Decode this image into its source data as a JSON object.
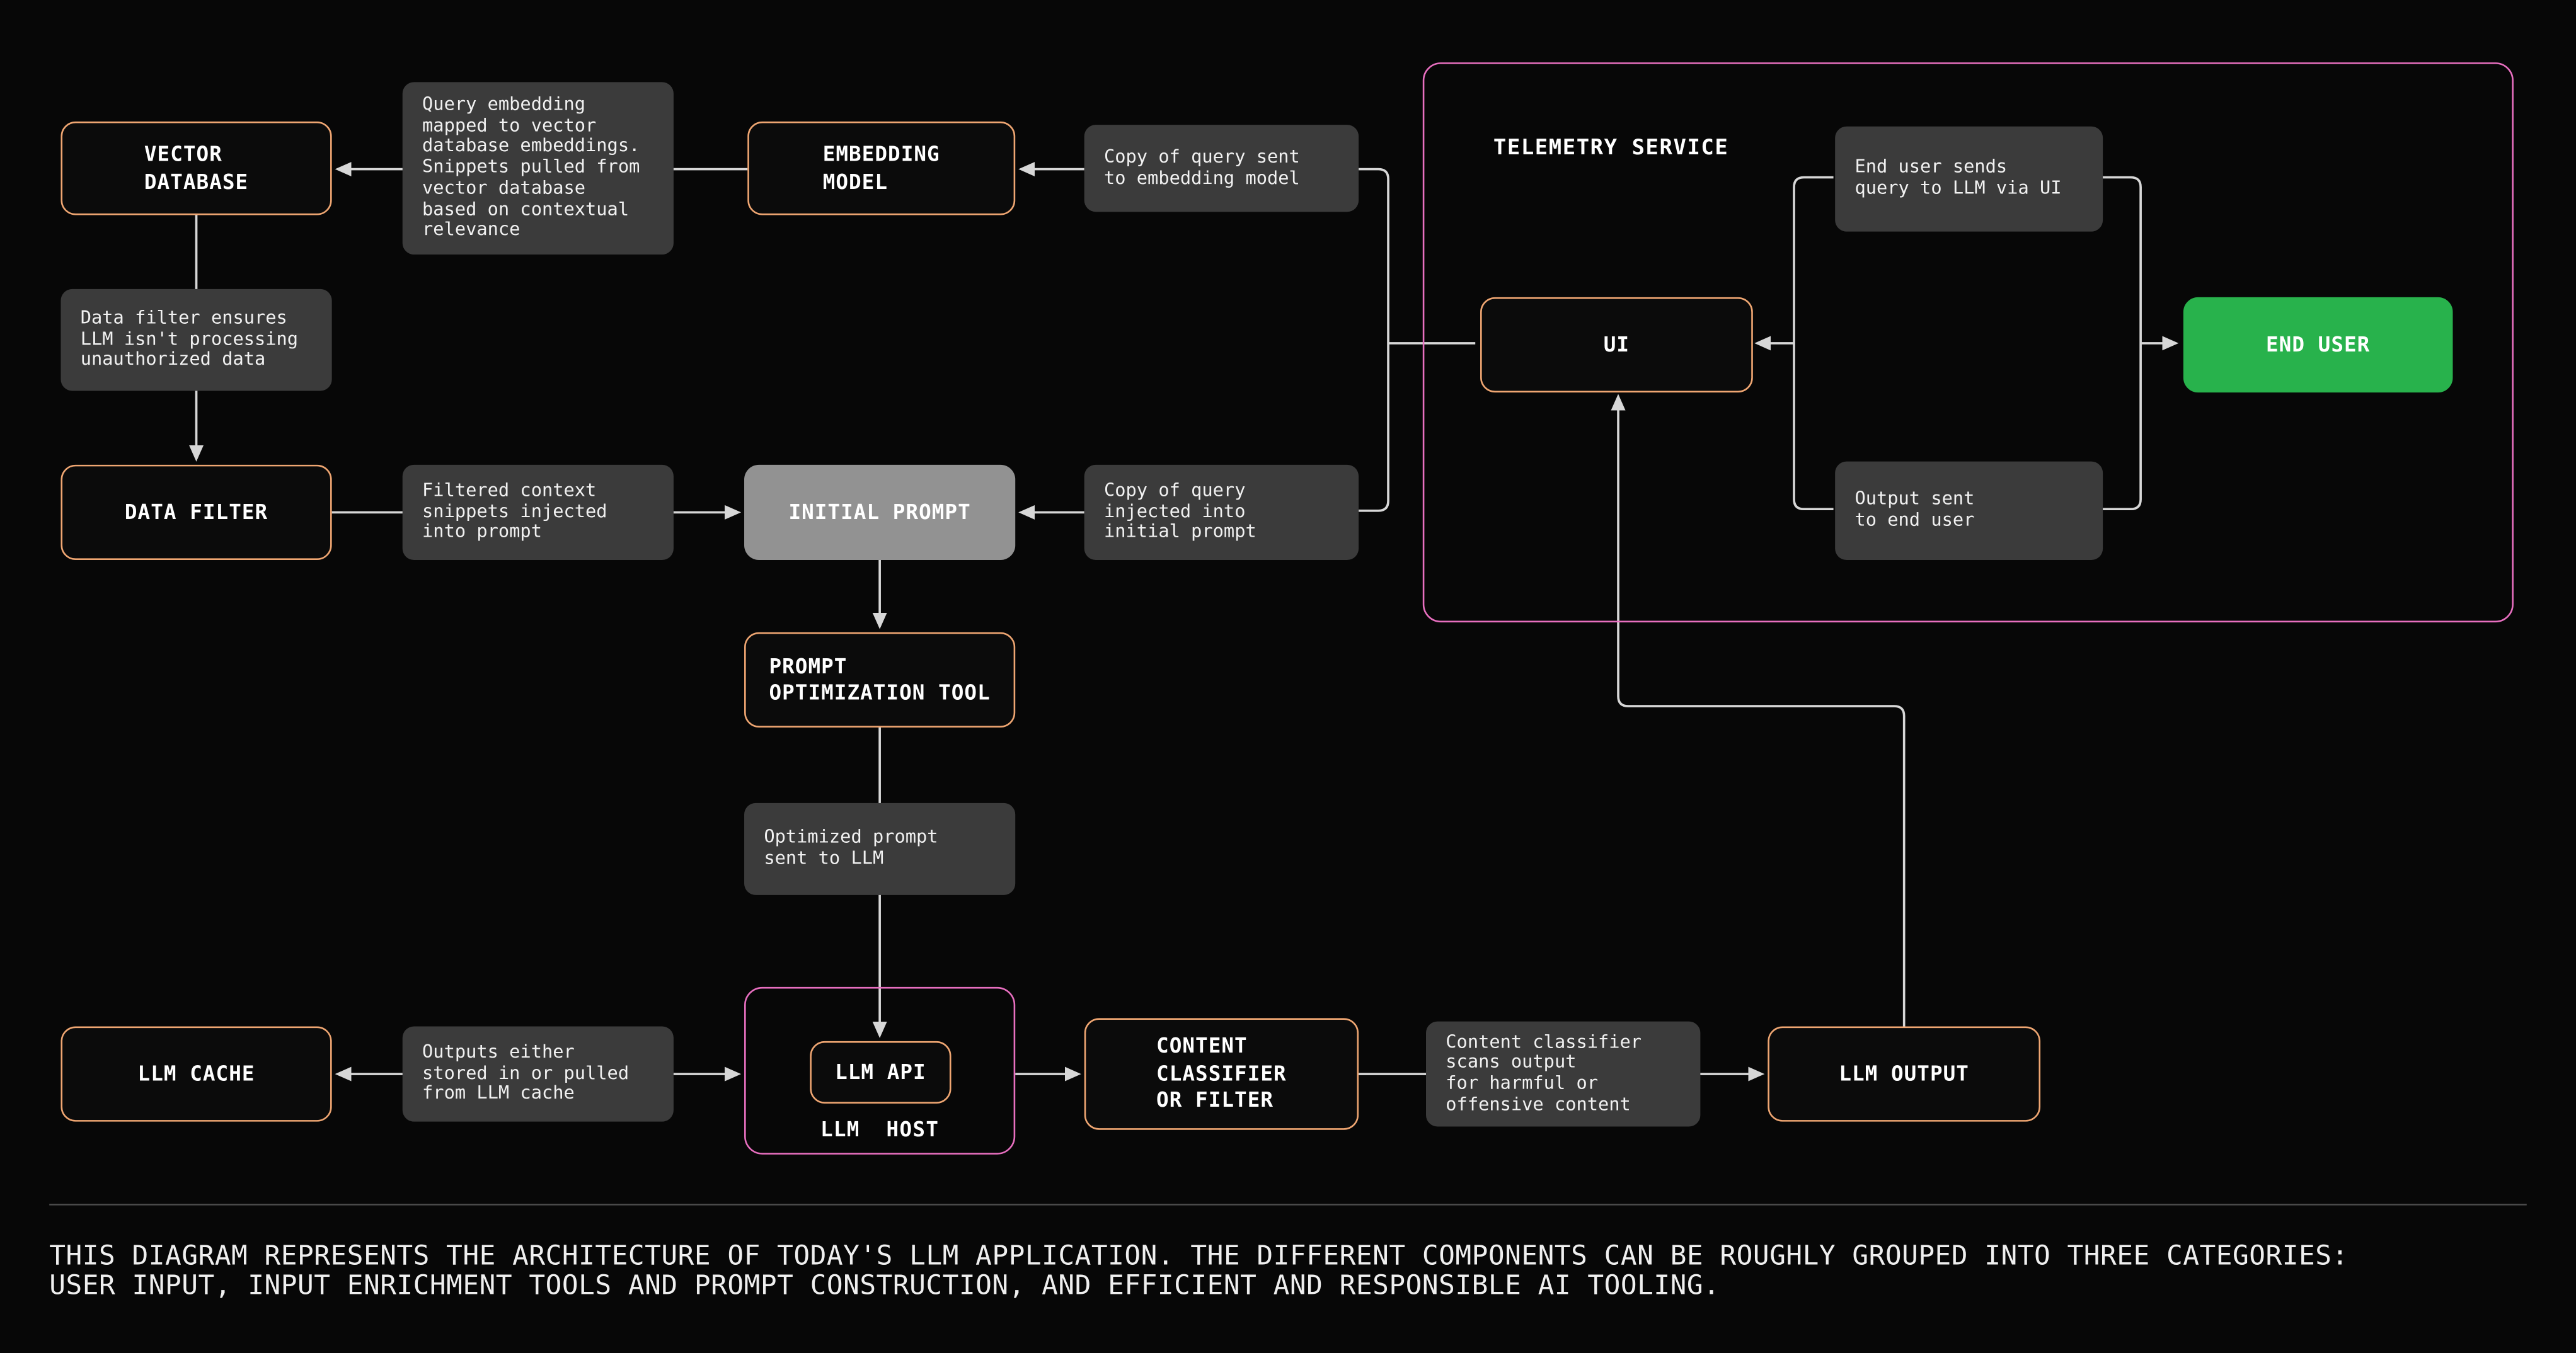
{
  "colors": {
    "background": "#070707",
    "line": "#d7d7d7",
    "orange": "#efa672",
    "pink": "#e86fc0",
    "green": "#28b24c",
    "note_bg": "#3b3b3b",
    "prompt_bg": "#929292"
  },
  "nodes": {
    "vector_database": "VECTOR\nDATABASE",
    "embedding_model": "EMBEDDING\nMODEL",
    "data_filter": "DATA FILTER",
    "initial_prompt": "INITIAL PROMPT",
    "prompt_optimization_tool": "PROMPT\nOPTIMIZATION TOOL",
    "llm_cache": "LLM CACHE",
    "llm_api": "LLM API",
    "llm_host": "LLM  HOST",
    "content_classifier": "CONTENT\nCLASSIFIER\nOR FILTER",
    "llm_output": "LLM OUTPUT",
    "telemetry_service": "TELEMETRY SERVICE",
    "ui": "UI",
    "end_user": "END USER"
  },
  "notes": {
    "query_embedding": "Query embedding\nmapped to vector\ndatabase embeddings.\nSnippets pulled from\nvector database\nbased on contextual\nrelevance",
    "data_filter_ensures": "Data filter ensures\nLLM isn't processing\nunauthorized data",
    "copy_query_embedding": "Copy of query sent\nto embedding model",
    "filtered_context": "Filtered context\nsnippets injected\ninto prompt",
    "copy_query_prompt": "Copy of query\ninjected into\ninitial prompt",
    "end_user_sends": "End user sends\nquery to LLM via UI",
    "output_sent": "Output sent\nto end user",
    "optimized_prompt": "Optimized prompt\nsent to LLM",
    "outputs_stored": "Outputs either\nstored in or pulled\nfrom LLM cache",
    "classifier_scans": "Content classifier\nscans output\nfor harmful or\noffensive content"
  },
  "caption": "THIS DIAGRAM REPRESENTS THE ARCHITECTURE OF TODAY'S LLM APPLICATION. THE DIFFERENT COMPONENTS CAN BE ROUGHLY GROUPED INTO THREE CATEGORIES:\nUSER INPUT, INPUT ENRICHMENT TOOLS AND PROMPT CONSTRUCTION, AND EFFICIENT AND RESPONSIBLE AI TOOLING."
}
